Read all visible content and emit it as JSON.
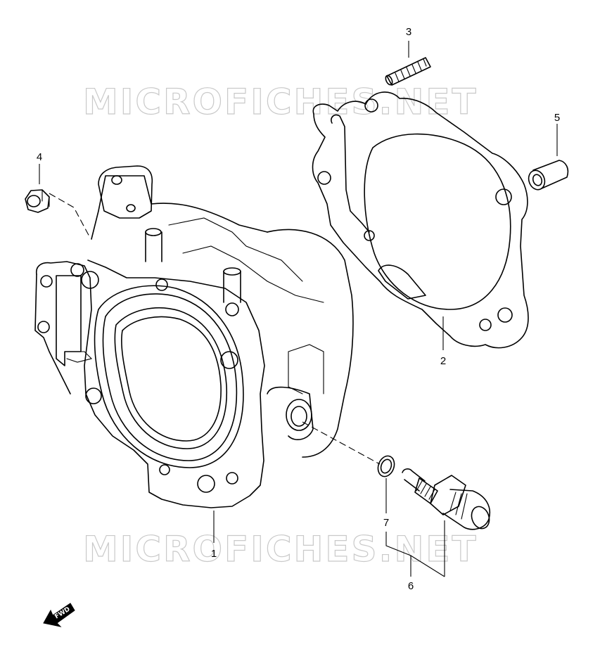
{
  "watermark": "MICROFICHES.NET",
  "direction_label": "FWD",
  "callouts": [
    {
      "id": "1",
      "label": "1"
    },
    {
      "id": "2",
      "label": "2"
    },
    {
      "id": "3",
      "label": "3"
    },
    {
      "id": "4",
      "label": "4"
    },
    {
      "id": "5",
      "label": "5"
    },
    {
      "id": "6",
      "label": "6"
    },
    {
      "id": "7",
      "label": "7"
    }
  ]
}
